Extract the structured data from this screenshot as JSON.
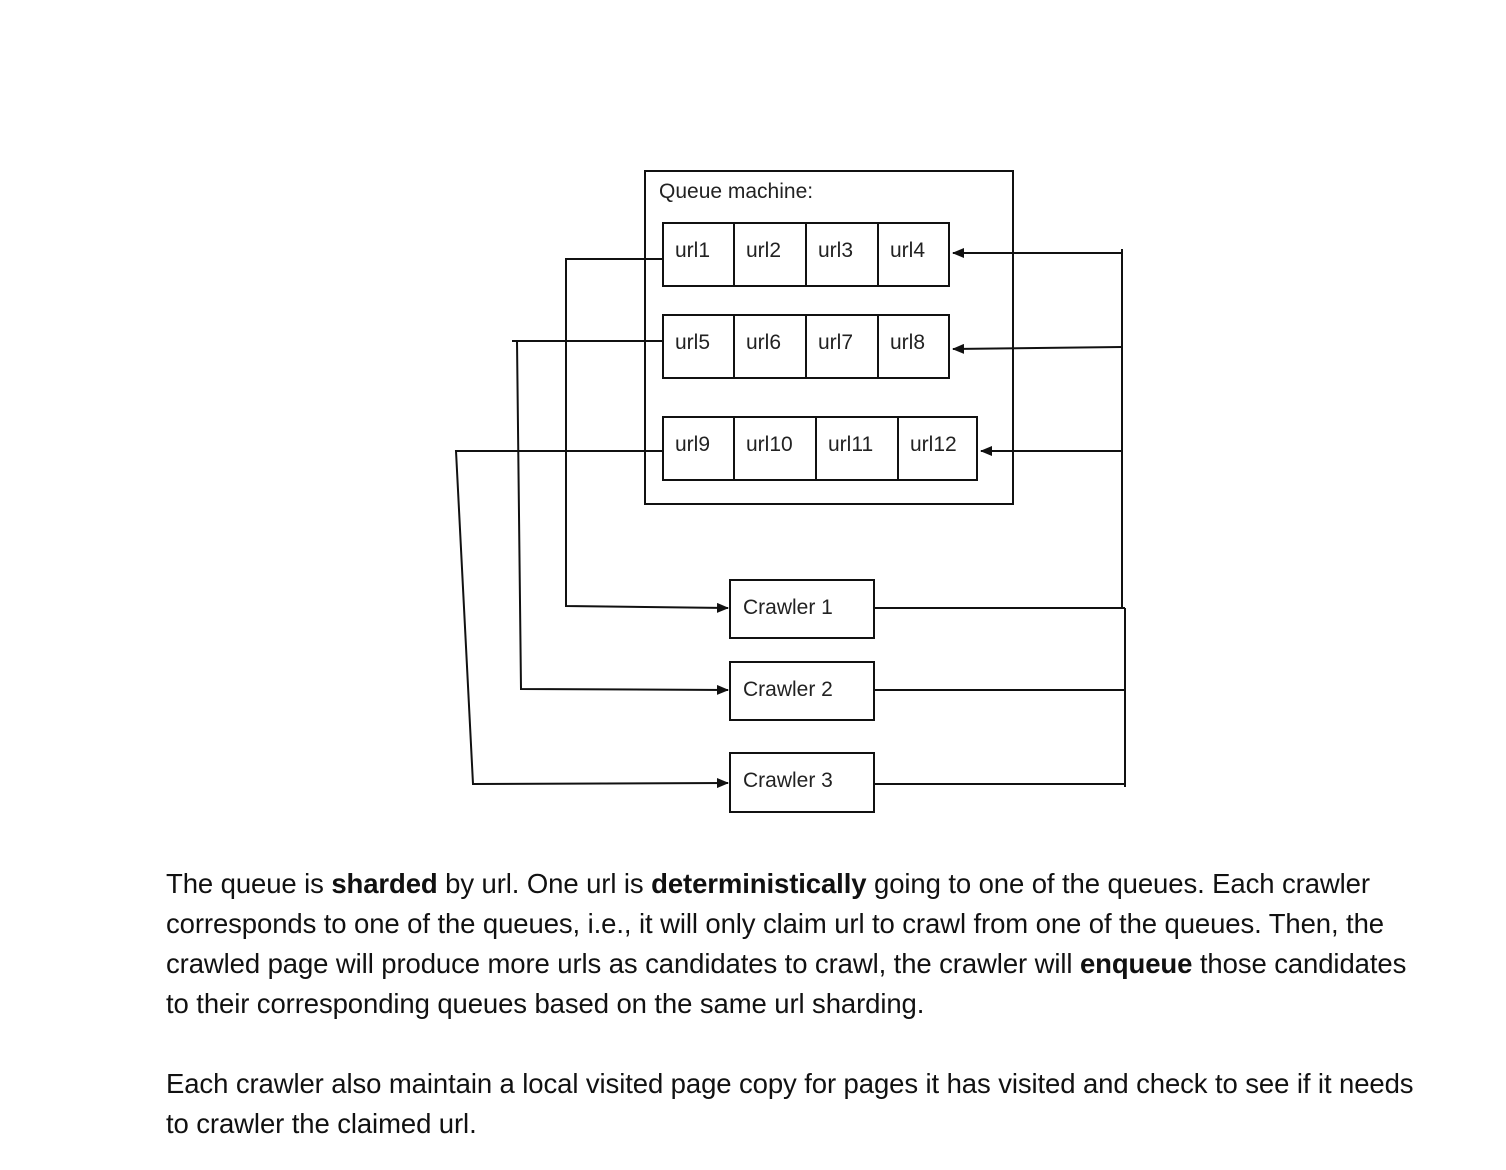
{
  "diagram": {
    "queue_machine_label": "Queue machine:",
    "queues": [
      [
        "url1",
        "url2",
        "url3",
        "url4"
      ],
      [
        "url5",
        "url6",
        "url7",
        "url8"
      ],
      [
        "url9",
        "url10",
        "url11",
        "url12"
      ]
    ],
    "crawlers": [
      "Crawler 1",
      "Crawler 2",
      "Crawler 3"
    ]
  },
  "text": {
    "p1": {
      "s1": "The queue is ",
      "b1": "sharded",
      "s2": " by url. One url is ",
      "b2": "deterministically",
      "s3": " going to one of the queues. Each crawler corresponds to one of the queues, i.e., it will only claim url to crawl from one of the queues. Then, the crawled page will produce more urls as candidates to crawl, the crawler will ",
      "b3": "enqueue",
      "s4": " those candidates to their corresponding queues based on the same url sharding."
    },
    "p2": "Each crawler also maintain a local visited page copy for pages it has visited and check to see if it needs to crawler the claimed url."
  }
}
